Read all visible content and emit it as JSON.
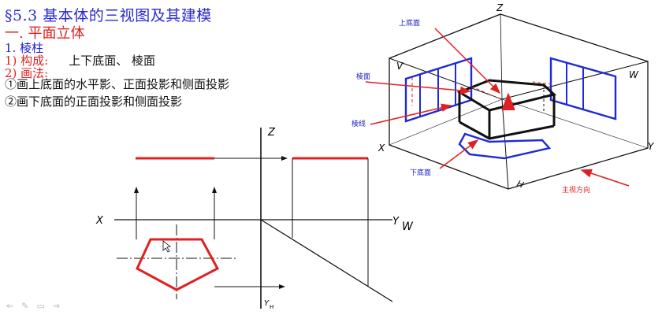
{
  "slide": {
    "title": "§5.3 基本体的三视图及其建模",
    "section": "一. 平面立体",
    "item1": "1. 棱柱",
    "item2_label": "1) 构成:",
    "item2_value": "上下底面、 棱面",
    "item3": "2) 画法:",
    "step1": "①画上底面的水平影、正面投影和侧面投影",
    "step2": "②画下底面的正面投影和侧面投影"
  },
  "projection": {
    "z_label": "Z",
    "x_label": "X",
    "yw_label": "Y",
    "w_label": "W",
    "yh_label": "Y",
    "h_sub": "H"
  },
  "axonometric": {
    "z_label": "Z",
    "x_label": "X",
    "y_label": "Y",
    "v_label": "V",
    "w_label": "W",
    "h_label": "H",
    "top_face": "上底面",
    "side_face": "棱面",
    "edge": "棱线",
    "bottom_face": "下底面",
    "view_direction": "主视方向"
  },
  "nav": {
    "prev": "⇐",
    "pen": "✎",
    "menu": "▭",
    "next": "⇒"
  },
  "colors": {
    "title": "#2a2ad0",
    "heading": "#e02020",
    "projection_red": "#e02020",
    "frame_blue": "#1e2ad8",
    "label_blue": "#2020c0"
  }
}
